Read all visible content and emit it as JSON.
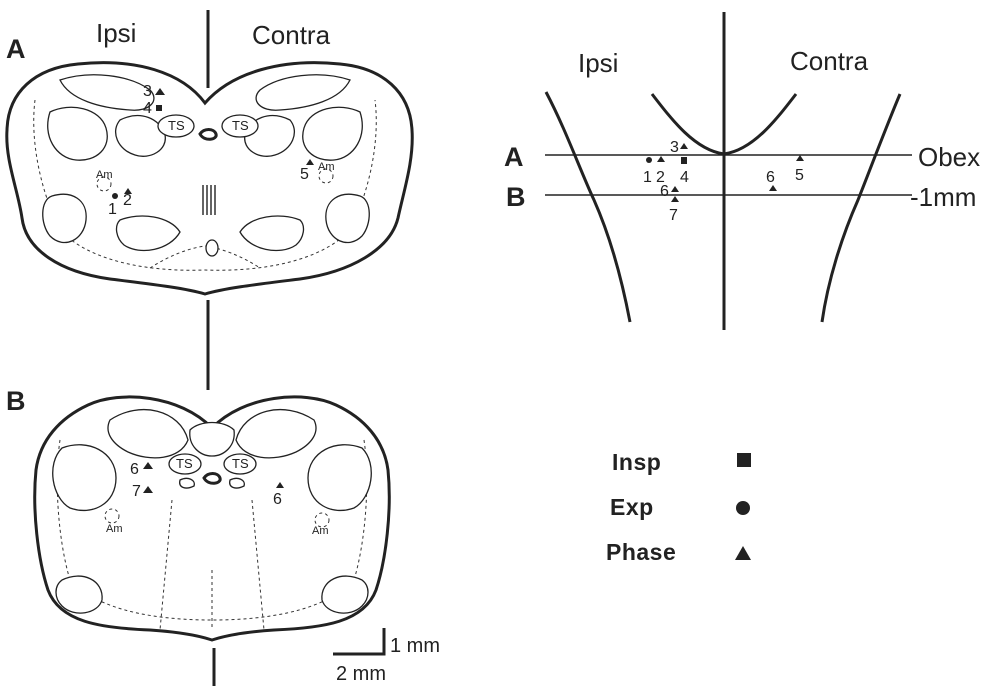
{
  "panel_a": {
    "letter": "A",
    "ipsi": "Ipsi",
    "contra": "Contra",
    "ts_left": "TS",
    "ts_right": "TS",
    "am_left": "Am",
    "am_right": "Am",
    "sites": [
      "3",
      "4",
      "1",
      "2",
      "5"
    ]
  },
  "panel_b": {
    "letter": "B",
    "ts_left": "TS",
    "ts_right": "TS",
    "am_left": "Am",
    "am_right": "Am",
    "sites": [
      "6",
      "7",
      "6"
    ]
  },
  "schematic": {
    "ipsi": "Ipsi",
    "contra": "Contra",
    "level_a": "A",
    "level_b": "B",
    "obex": "Obex",
    "minus_1mm": "-1mm",
    "sites": [
      "3",
      "1",
      "2",
      "4",
      "6",
      "5",
      "6",
      "7"
    ]
  },
  "legend": {
    "insp": "Insp",
    "exp": "Exp",
    "phase": "Phase"
  },
  "scale_bar": {
    "vertical": "1 mm",
    "horizontal": "2 mm"
  },
  "colors": {
    "ink": "#222222",
    "background": "#ffffff"
  }
}
